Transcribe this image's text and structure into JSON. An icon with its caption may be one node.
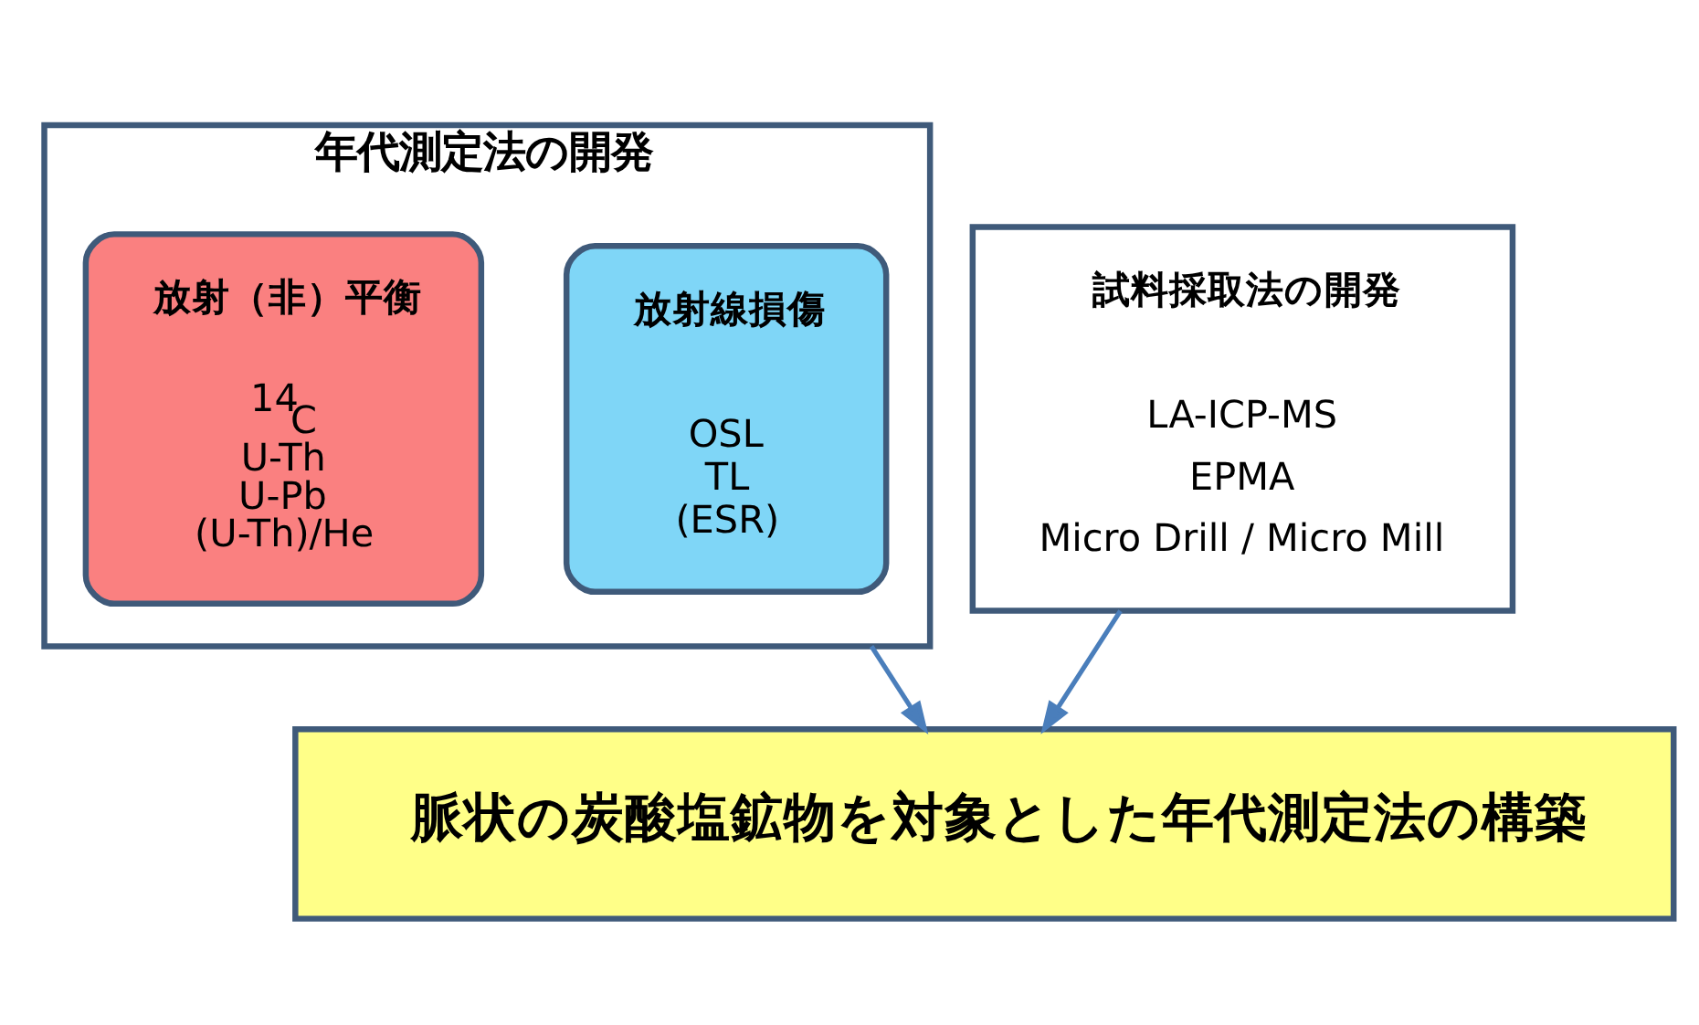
{
  "diagram": {
    "nodes": [
      {
        "text": [
          "年代測定法の開発"
        ]
      },
      {
        "text": [
          "放射線損傷",
          "OSL TL (ESR)"
        ],
        "in": 0
      },
      {
        "text": [
          "放射（非）平衡",
          "$^{14}$C U-Th U-Pb (U-Th)/He"
        ],
        "in": 0
      },
      {
        "text": [
          "試料採取法の開発",
          "LA-ICP-MS",
          "EPMA",
          "Micro Drill / Micro Mill"
        ]
      },
      {
        "text": [
          "脈状の炭酸塩鉱物を対象とした年代測定法の構築"
        ]
      }
    ],
    "edges": [
      {
        "from": 0,
        "to": 4,
        "arrow": "to"
      },
      {
        "from": 3,
        "to": 4,
        "arrow": "to"
      }
    ]
  }
}
